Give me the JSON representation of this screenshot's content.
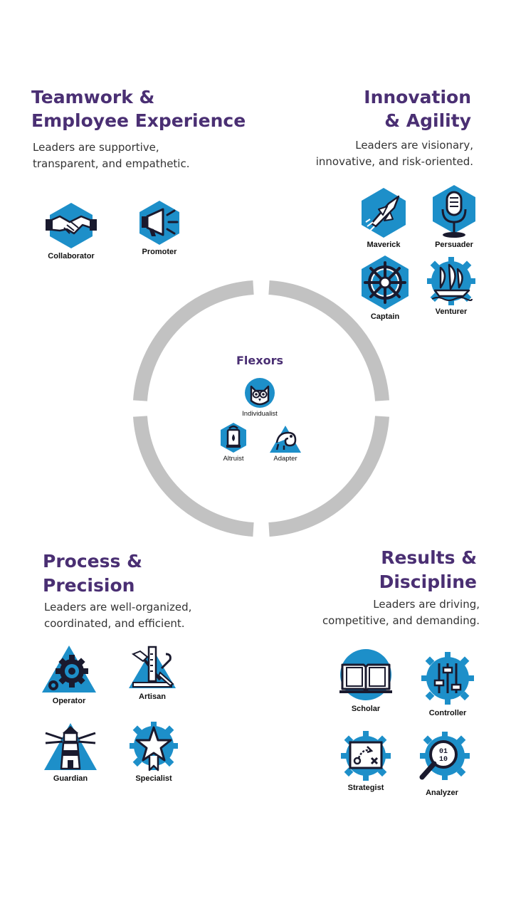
{
  "colors": {
    "title": "#4a2f73",
    "accent": "#1d8fc9",
    "ring": "#c2c2c2",
    "ink": "#1a1a2e"
  },
  "quadrants": {
    "teamwork": {
      "title_line1": "Teamwork &",
      "title_line2": "Employee Experience",
      "desc_line1": "Leaders are supportive,",
      "desc_line2": "transparent, and empathetic.",
      "badges": [
        {
          "label": "Collaborator",
          "icon": "handshake-icon"
        },
        {
          "label": "Promoter",
          "icon": "megaphone-icon"
        }
      ]
    },
    "innovation": {
      "title_line1": "Innovation",
      "title_line2": "& Agility",
      "desc_line1": "Leaders are visionary,",
      "desc_line2": "innovative, and risk-oriented.",
      "badges": [
        {
          "label": "Maverick",
          "icon": "jet-icon"
        },
        {
          "label": "Persuader",
          "icon": "microphone-icon"
        },
        {
          "label": "Captain",
          "icon": "ship-wheel-icon"
        },
        {
          "label": "Venturer",
          "icon": "sailboat-icon"
        }
      ]
    },
    "process": {
      "title_line1": "Process &",
      "title_line2": "Precision",
      "desc_line1": "Leaders are well-organized,",
      "desc_line2": "coordinated, and efficient.",
      "badges": [
        {
          "label": "Operator",
          "icon": "gears-icon"
        },
        {
          "label": "Artisan",
          "icon": "tools-icon"
        },
        {
          "label": "Guardian",
          "icon": "lighthouse-icon"
        },
        {
          "label": "Specialist",
          "icon": "star-icon"
        }
      ]
    },
    "results": {
      "title_line1": "Results &",
      "title_line2": "Discipline",
      "desc_line1": "Leaders are driving,",
      "desc_line2": "competitive, and demanding.",
      "badges": [
        {
          "label": "Scholar",
          "icon": "book-icon"
        },
        {
          "label": "Controller",
          "icon": "sliders-icon"
        },
        {
          "label": "Strategist",
          "icon": "strategy-board-icon"
        },
        {
          "label": "Analyzer",
          "icon": "magnifier-binary-icon"
        }
      ]
    }
  },
  "center": {
    "title": "Flexors",
    "badges": [
      {
        "label": "Individualist",
        "icon": "owl-icon"
      },
      {
        "label": "Altruist",
        "icon": "lantern-icon"
      },
      {
        "label": "Adapter",
        "icon": "chameleon-icon"
      }
    ]
  }
}
